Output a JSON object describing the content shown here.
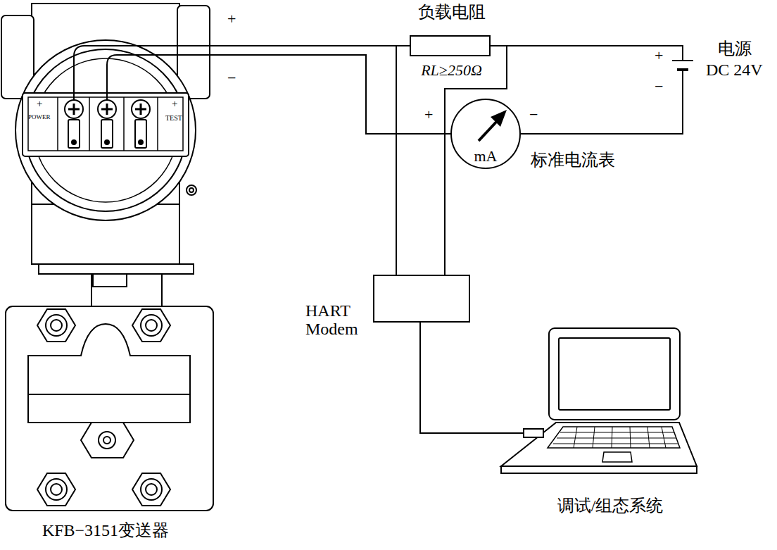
{
  "diagram": {
    "nodes": [
      {
        "text": [
          "KFB−3151变送器"
        ]
      },
      {
        "text": [
          "负载电阻",
          "RL≥250Ω"
        ]
      },
      {
        "text": [
          "电源",
          "DC 24V"
        ]
      },
      {
        "text": [
          "mA",
          "标准电流表"
        ]
      },
      {
        "text": [
          "HART Modem"
        ]
      },
      {
        "text": [
          "调试/组态系统"
        ]
      }
    ],
    "edges": [
      {
        "from": 0,
        "to": 1,
        "arrow": "none"
      },
      {
        "from": 0,
        "to": 4,
        "arrow": "none"
      },
      {
        "from": 1,
        "to": 2,
        "arrow": "none"
      },
      {
        "from": 1,
        "to": 4,
        "arrow": "none"
      },
      {
        "from": 2,
        "to": 3,
        "arrow": "none"
      },
      {
        "from": 3,
        "to": 0,
        "arrow": "none"
      },
      {
        "from": 4,
        "to": 5,
        "arrow": "none"
      }
    ],
    "labels": [
      "+",
      "−",
      "+",
      "−",
      "+",
      "−",
      "+",
      "POWER",
      "+",
      "TEST"
    ]
  }
}
